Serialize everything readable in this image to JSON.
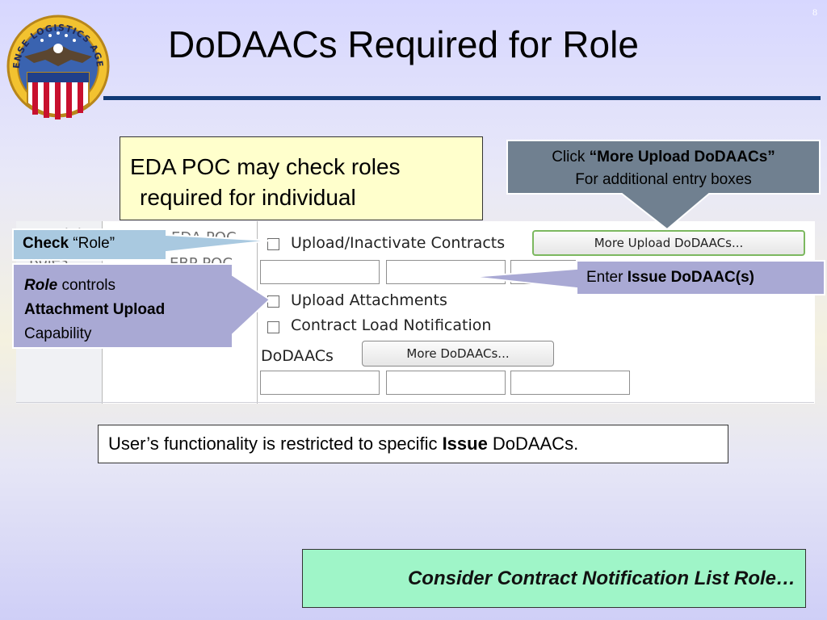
{
  "slide": {
    "page_number": "8",
    "title": "DoDAACs Required for Role",
    "logo_text": "DEFENSE LOGISTICS AGENCY"
  },
  "form": {
    "partial_text_1": "Special",
    "partial_text_2": "Roles",
    "partial_text_3": "EDA POC",
    "partial_text_4": "EBP POC",
    "roles": [
      {
        "label": "Upload/Inactivate Contracts"
      },
      {
        "label": "Upload Attachments"
      },
      {
        "label": "Contract Load Notification"
      }
    ],
    "more_upload_button": "More Upload DoDAACs...",
    "dodaacs_label": "DoDAACs",
    "more_dodaacs_button": "More DoDAACs..."
  },
  "callouts": {
    "yellow": {
      "line1": "EDA POC may check roles",
      "line2": "required for individual"
    },
    "more_upload": {
      "prefix": "Click ",
      "bold": "“More Upload DoDAACs”",
      "line2": "For additional entry boxes"
    },
    "check_role": {
      "bold": "Check",
      "rest": " “Role”"
    },
    "role_controls": {
      "line1_bold_italic": "Role",
      "line1_rest": " controls",
      "line2": "Attachment Upload",
      "line3": "Capability"
    },
    "enter_issue": {
      "prefix": "Enter ",
      "bold": "Issue DoDAAC(s)"
    }
  },
  "notes": {
    "restricted_prefix": "User’s functionality is restricted to specific ",
    "restricted_bold": "Issue",
    "restricted_suffix": " DoDAACs.",
    "consider": "Consider Contract Notification List Role…"
  },
  "colors": {
    "title_rule": "#103a76",
    "callout_blue": "#a9c9e0",
    "callout_purple": "#a9a9d4",
    "callout_slate": "#708090",
    "yellow_box": "#ffffcc",
    "green_box": "#9ff5c8"
  }
}
